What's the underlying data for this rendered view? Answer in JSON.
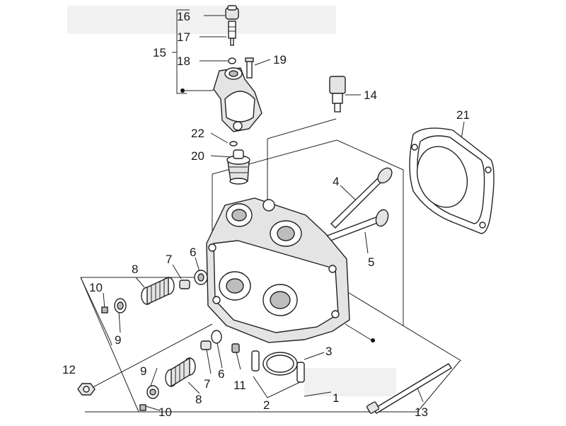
{
  "diagram": {
    "callouts": [
      {
        "id": "lbl-16",
        "text": "16"
      },
      {
        "id": "lbl-17",
        "text": "17"
      },
      {
        "id": "lbl-15",
        "text": "15"
      },
      {
        "id": "lbl-18",
        "text": "18"
      },
      {
        "id": "lbl-19",
        "text": "19"
      },
      {
        "id": "lbl-14",
        "text": "14"
      },
      {
        "id": "lbl-21",
        "text": "21"
      },
      {
        "id": "lbl-22",
        "text": "22"
      },
      {
        "id": "lbl-20",
        "text": "20"
      },
      {
        "id": "lbl-4",
        "text": "4"
      },
      {
        "id": "lbl-5-right",
        "text": "5"
      },
      {
        "id": "lbl-6-upper",
        "text": "6"
      },
      {
        "id": "lbl-7-upper",
        "text": "7"
      },
      {
        "id": "lbl-8-upper",
        "text": "8"
      },
      {
        "id": "lbl-10-upper",
        "text": "10"
      },
      {
        "id": "lbl-9-upper",
        "text": "9"
      },
      {
        "id": "lbl-3",
        "text": "3"
      },
      {
        "id": "lbl-12",
        "text": "12"
      },
      {
        "id": "lbl-9-lower",
        "text": "9"
      },
      {
        "id": "lbl-6-lower",
        "text": "6"
      },
      {
        "id": "lbl-11",
        "text": "11"
      },
      {
        "id": "lbl-7-lower",
        "text": "7"
      },
      {
        "id": "lbl-1",
        "text": "1"
      },
      {
        "id": "lbl-8-lower",
        "text": "8"
      },
      {
        "id": "lbl-2",
        "text": "2"
      },
      {
        "id": "lbl-13",
        "text": "13"
      },
      {
        "id": "lbl-10-lower",
        "text": "10"
      }
    ]
  }
}
